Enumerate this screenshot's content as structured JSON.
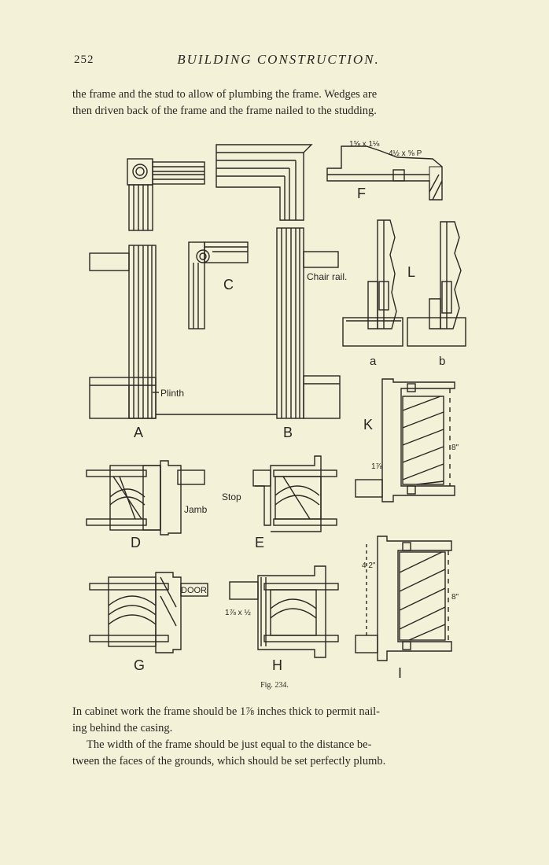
{
  "header": {
    "page_number": "252",
    "running_title": "BUILDING CONSTRUCTION."
  },
  "intro_lines": [
    "the frame and the stud to allow of plumbing the frame. Wedges are",
    "then driven back of the frame and the frame nailed to the studding."
  ],
  "figure": {
    "caption": "Fig. 234.",
    "labels": {
      "A": "A",
      "B": "B",
      "C": "C",
      "D": "D",
      "E": "E",
      "F": "F",
      "G": "G",
      "H": "H",
      "I": "I",
      "K": "K",
      "L": "L",
      "a": "a",
      "b": "b",
      "plinth": "Plinth",
      "chair_rail": "Chair rail.",
      "jamb": "Jamb",
      "stop": "Stop",
      "door": "DOOR",
      "dim_f": "1⅝ x 1⅛",
      "dim_f2": "4½ x ⅝ P",
      "dim_h": "1⅞ x ½",
      "dim_k": "1⅞",
      "dim_8": "8\"",
      "dim_42": "4 2\""
    }
  },
  "body_paragraphs": [
    [
      "In cabinet work the frame should be 1⅞ inches thick to permit nail-",
      "ing behind the casing."
    ],
    [
      "The width of the frame should be just equal to the distance be-",
      "tween the faces of the grounds, which should be set perfectly plumb."
    ]
  ]
}
